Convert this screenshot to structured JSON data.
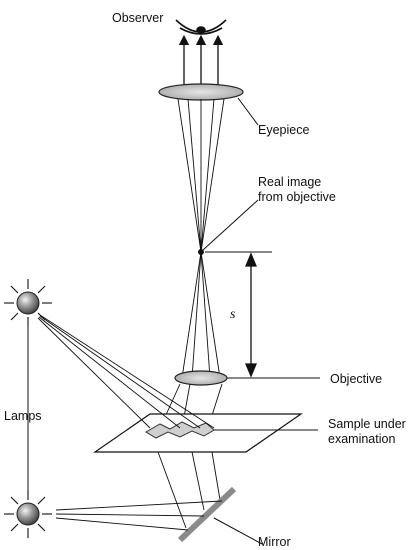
{
  "labels": {
    "observer": "Observer",
    "eyepiece": "Eyepiece",
    "real_image_line1": "Real image",
    "real_image_line2": "from objective",
    "distance": "s",
    "objective": "Objective",
    "lamps": "Lamps",
    "sample_line1": "Sample under",
    "sample_line2": "examination",
    "mirror": "Mirror"
  }
}
